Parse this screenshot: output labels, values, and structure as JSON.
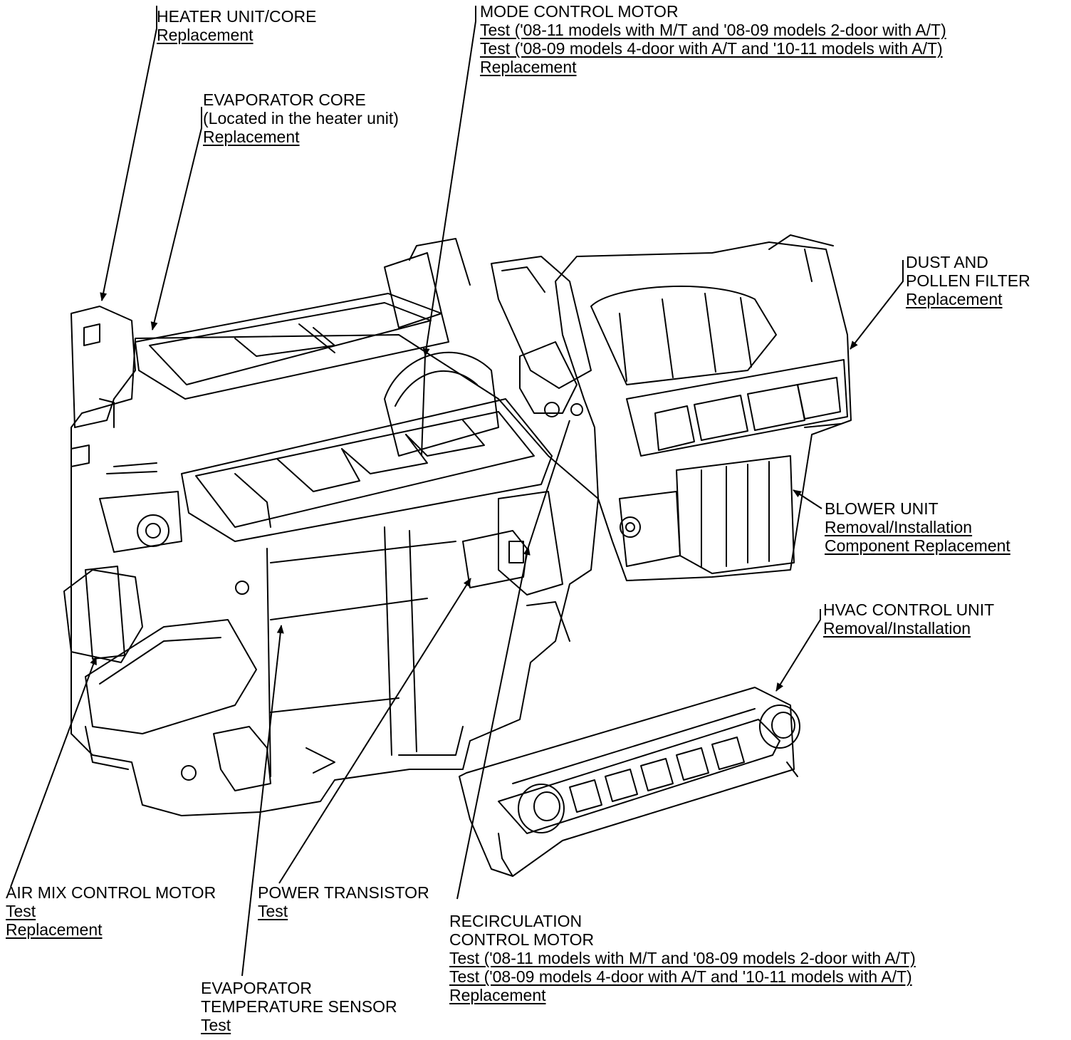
{
  "callouts": {
    "heater_unit": {
      "title": [
        "HEATER UNIT/CORE"
      ],
      "links": [
        "Replacement"
      ]
    },
    "evaporator_core": {
      "title": [
        "EVAPORATOR CORE",
        "(Located in the heater unit)"
      ],
      "links": [
        "Replacement"
      ]
    },
    "mode_control_motor": {
      "title": [
        "MODE CONTROL MOTOR"
      ],
      "links": [
        "Test ('08-11 models with M/T and '08-09 models 2-door with A/T)",
        "Test ('08-09 models 4-door with A/T and '10-11 models with A/T)",
        "Replacement"
      ]
    },
    "dust_pollen_filter": {
      "title": [
        "DUST AND",
        "POLLEN FILTER"
      ],
      "links": [
        "Replacement"
      ]
    },
    "blower_unit": {
      "title": [
        "BLOWER UNIT"
      ],
      "links": [
        "Removal/Installation",
        "Component Replacement"
      ]
    },
    "hvac_control_unit": {
      "title": [
        "HVAC CONTROL UNIT"
      ],
      "links": [
        "Removal/Installation"
      ]
    },
    "air_mix_control_motor": {
      "title": [
        "AIR MIX CONTROL MOTOR"
      ],
      "links": [
        "Test",
        "Replacement"
      ]
    },
    "power_transistor": {
      "title": [
        "POWER TRANSISTOR"
      ],
      "links": [
        "Test"
      ]
    },
    "recirculation_control_motor": {
      "title": [
        "RECIRCULATION",
        "CONTROL MOTOR"
      ],
      "links": [
        "Test ('08-11 models with M/T and '08-09 models 2-door with A/T)",
        "Test ('08-09 models 4-door with A/T and '10-11 models with A/T)",
        "Replacement"
      ]
    },
    "evaporator_temp_sensor": {
      "title": [
        "EVAPORATOR",
        "TEMPERATURE SENSOR"
      ],
      "links": [
        "Test"
      ]
    }
  }
}
